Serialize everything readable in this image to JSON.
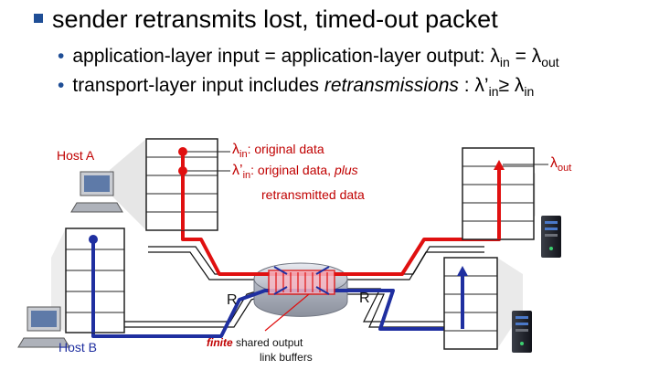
{
  "heading": "sender retransmits lost, timed-out packet",
  "bullet1": {
    "text": "application-layer input = application-layer output: ",
    "lambda": "λ",
    "in_sub": "in",
    "eq": " = ",
    "out_sub": "out"
  },
  "bullet2": {
    "text_prefix": "transport-layer input includes ",
    "text_italic": "retransmissions",
    "text_suffix": " : ",
    "lambda_prime": "λ’",
    "in_sub": "in",
    "geq": "≥ ",
    "lambda": "λ",
    "in_sub2": "in"
  },
  "labels": {
    "host_a": "Host A",
    "host_b": "Host B",
    "lambda_in_text": ": original data",
    "lambda_prime_in_text": ": original data, ",
    "plus": "plus",
    "retransmitted": "retransmitted data",
    "lambda_out": "λ",
    "out_sub": "out",
    "r_left": "R",
    "r_right": "R",
    "finite": "finite",
    "buffers_line1": " shared output",
    "buffers_line2": "link buffers"
  },
  "colors": {
    "red_flow": "#e01010",
    "blue_flow": "#1f2fa0",
    "label_red": "#c00000",
    "bullet_blue": "#1f4e96"
  }
}
